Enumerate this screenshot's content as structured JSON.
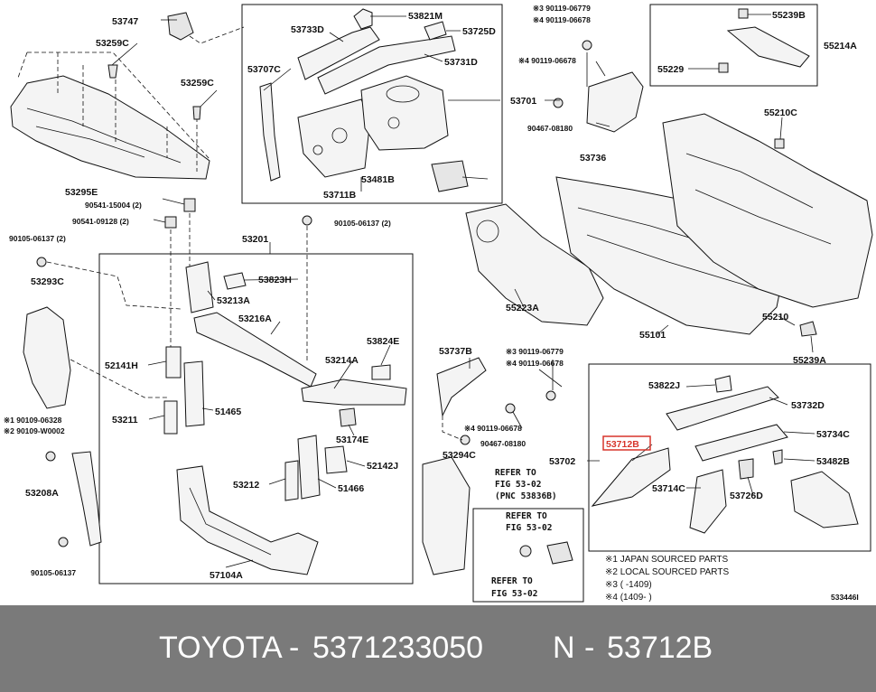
{
  "diagram": {
    "labels": {
      "l53747": "53747",
      "l53259C_a": "53259C",
      "l53259C_b": "53259C",
      "l53295E": "53295E",
      "l90541_15004": "90541-15004 (2)",
      "l90541_09128": "90541-09128 (2)",
      "l90105_06137_2a": "90105-06137 (2)",
      "l90105_06137_2b": "90105-06137 (2)",
      "l53293C": "53293C",
      "l90109_06328": "※1 90109-06328",
      "l90109_W0002": "※2 90109-W0002",
      "l53208A": "53208A",
      "l90105_06137": "90105-06137",
      "l53733D": "53733D",
      "l53821M": "53821M",
      "l53725D": "53725D",
      "l53707C": "53707C",
      "l53731D": "53731D",
      "l53701": "53701",
      "l53481B": "53481B",
      "l53711B": "53711B",
      "l53201": "53201",
      "l53823H": "53823H",
      "l53213A": "53213A",
      "l53216A": "53216A",
      "l53824E": "53824E",
      "l52141H": "52141H",
      "l53214A": "53214A",
      "l53211": "53211",
      "l51465": "51465",
      "l53174E": "53174E",
      "l52142J": "52142J",
      "l53212": "53212",
      "l51466": "51466",
      "l57104A": "57104A",
      "l90119_06779_3": "※3 90119-06779",
      "l90119_06678_4": "※4 90119-06678",
      "l90119_06678_4b": "※4 90119-06678",
      "l90467_08180": "90467-08180",
      "l53736": "53736",
      "l55239B": "55239B",
      "l55214A": "55214A",
      "l55229": "55229",
      "l55210C": "55210C",
      "l55223A": "55223A",
      "l55101": "55101",
      "l55210": "55210",
      "l55239A": "55239A",
      "l53737B": "53737B",
      "l90119_06779_3b": "※3 90119-06779",
      "l90119_06678_4c": "※4 90119-06678",
      "l490119_06678": "※4 90119-06678",
      "l90467_08180b": "90467-08180",
      "l53294C": "53294C",
      "l53702": "53702",
      "l53822J": "53822J",
      "l53732D": "53732D",
      "l53734C": "53734C",
      "l53712B": "53712B",
      "l53482B": "53482B",
      "l53714C": "53714C",
      "l53726D": "53726D"
    },
    "refer": {
      "r1_line1": "REFER TO",
      "r1_line2": "FIG 53-02",
      "r1_line3": "(PNC 53836B)",
      "r2_line1": "REFER TO",
      "r2_line2": "FIG 53-02",
      "r3_line1": "REFER TO",
      "r3_line2": "FIG 53-02"
    },
    "notes": {
      "n1": "※1  JAPAN SOURCED PARTS",
      "n2": "※2  LOCAL SOURCED PARTS",
      "n3": "※3  (        -1409)",
      "n4": "※4  (1409-        )"
    },
    "figure_id": "533446I",
    "highlight_color": "#d7352b"
  },
  "footer": {
    "brand": "TOYOTA",
    "sep1": "-",
    "part_number": "5371233050",
    "variant": "N",
    "sep2": "-",
    "pnc": "53712B"
  }
}
